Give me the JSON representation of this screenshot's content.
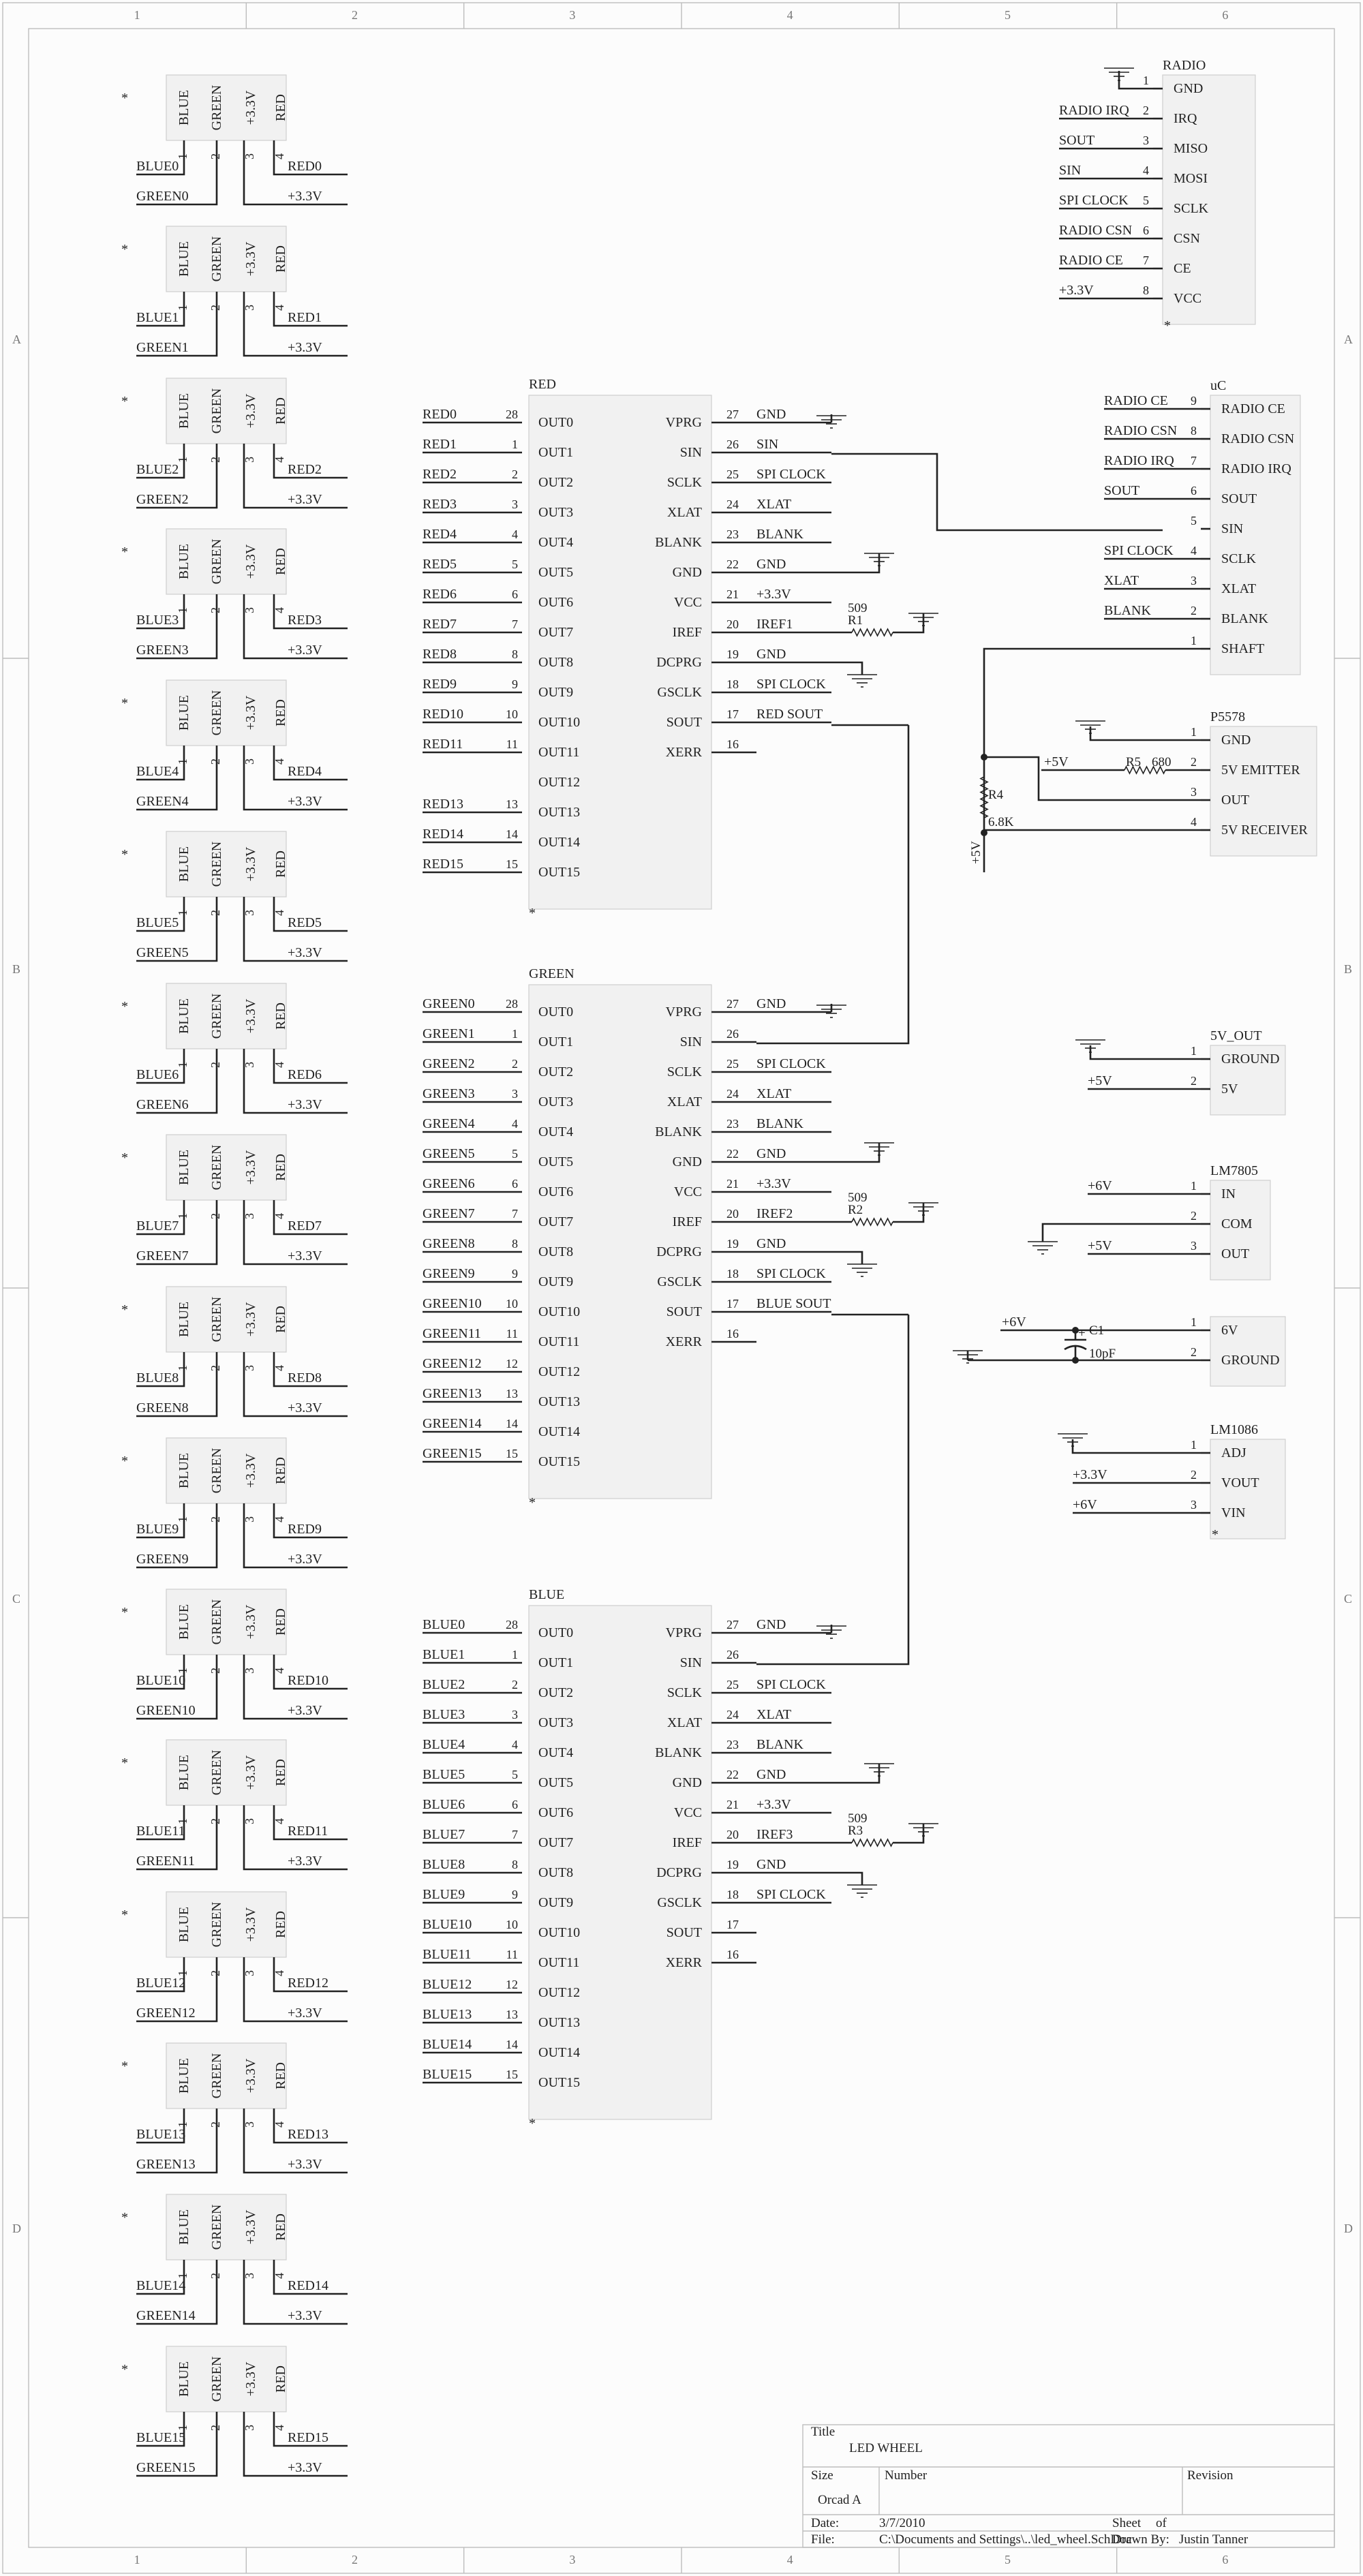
{
  "zones": {
    "columns": [
      "1",
      "2",
      "3",
      "4",
      "5",
      "6"
    ],
    "rows": [
      "A",
      "B",
      "C",
      "D"
    ]
  },
  "leds": [
    {
      "pin_names": [
        "BLUE",
        "GREEN",
        "+3.3V",
        "RED"
      ],
      "pin_numbers": [
        "1",
        "2",
        "3",
        "4"
      ],
      "blue_net": "BLUE0",
      "green_net": "GREEN0",
      "red_net": "RED0",
      "vcc_net": "+3.3V"
    },
    {
      "pin_names": [
        "BLUE",
        "GREEN",
        "+3.3V",
        "RED"
      ],
      "pin_numbers": [
        "1",
        "2",
        "3",
        "4"
      ],
      "blue_net": "BLUE1",
      "green_net": "GREEN1",
      "red_net": "RED1",
      "vcc_net": "+3.3V"
    },
    {
      "pin_names": [
        "BLUE",
        "GREEN",
        "+3.3V",
        "RED"
      ],
      "pin_numbers": [
        "1",
        "2",
        "3",
        "4"
      ],
      "blue_net": "BLUE2",
      "green_net": "GREEN2",
      "red_net": "RED2",
      "vcc_net": "+3.3V"
    },
    {
      "pin_names": [
        "BLUE",
        "GREEN",
        "+3.3V",
        "RED"
      ],
      "pin_numbers": [
        "1",
        "2",
        "3",
        "4"
      ],
      "blue_net": "BLUE3",
      "green_net": "GREEN3",
      "red_net": "RED3",
      "vcc_net": "+3.3V"
    },
    {
      "pin_names": [
        "BLUE",
        "GREEN",
        "+3.3V",
        "RED"
      ],
      "pin_numbers": [
        "1",
        "2",
        "3",
        "4"
      ],
      "blue_net": "BLUE4",
      "green_net": "GREEN4",
      "red_net": "RED4",
      "vcc_net": "+3.3V"
    },
    {
      "pin_names": [
        "BLUE",
        "GREEN",
        "+3.3V",
        "RED"
      ],
      "pin_numbers": [
        "1",
        "2",
        "3",
        "4"
      ],
      "blue_net": "BLUE5",
      "green_net": "GREEN5",
      "red_net": "RED5",
      "vcc_net": "+3.3V"
    },
    {
      "pin_names": [
        "BLUE",
        "GREEN",
        "+3.3V",
        "RED"
      ],
      "pin_numbers": [
        "1",
        "2",
        "3",
        "4"
      ],
      "blue_net": "BLUE6",
      "green_net": "GREEN6",
      "red_net": "RED6",
      "vcc_net": "+3.3V"
    },
    {
      "pin_names": [
        "BLUE",
        "GREEN",
        "+3.3V",
        "RED"
      ],
      "pin_numbers": [
        "1",
        "2",
        "3",
        "4"
      ],
      "blue_net": "BLUE7",
      "green_net": "GREEN7",
      "red_net": "RED7",
      "vcc_net": "+3.3V"
    },
    {
      "pin_names": [
        "BLUE",
        "GREEN",
        "+3.3V",
        "RED"
      ],
      "pin_numbers": [
        "1",
        "2",
        "3",
        "4"
      ],
      "blue_net": "BLUE8",
      "green_net": "GREEN8",
      "red_net": "RED8",
      "vcc_net": "+3.3V"
    },
    {
      "pin_names": [
        "BLUE",
        "GREEN",
        "+3.3V",
        "RED"
      ],
      "pin_numbers": [
        "1",
        "2",
        "3",
        "4"
      ],
      "blue_net": "BLUE9",
      "green_net": "GREEN9",
      "red_net": "RED9",
      "vcc_net": "+3.3V"
    },
    {
      "pin_names": [
        "BLUE",
        "GREEN",
        "+3.3V",
        "RED"
      ],
      "pin_numbers": [
        "1",
        "2",
        "3",
        "4"
      ],
      "blue_net": "BLUE10",
      "green_net": "GREEN10",
      "red_net": "RED10",
      "vcc_net": "+3.3V"
    },
    {
      "pin_names": [
        "BLUE",
        "GREEN",
        "+3.3V",
        "RED"
      ],
      "pin_numbers": [
        "1",
        "2",
        "3",
        "4"
      ],
      "blue_net": "BLUE11",
      "green_net": "GREEN11",
      "red_net": "RED11",
      "vcc_net": "+3.3V"
    },
    {
      "pin_names": [
        "BLUE",
        "GREEN",
        "+3.3V",
        "RED"
      ],
      "pin_numbers": [
        "1",
        "2",
        "3",
        "4"
      ],
      "blue_net": "BLUE12",
      "green_net": "GREEN12",
      "red_net": "RED12",
      "vcc_net": "+3.3V"
    },
    {
      "pin_names": [
        "BLUE",
        "GREEN",
        "+3.3V",
        "RED"
      ],
      "pin_numbers": [
        "1",
        "2",
        "3",
        "4"
      ],
      "blue_net": "BLUE13",
      "green_net": "GREEN13",
      "red_net": "RED13",
      "vcc_net": "+3.3V"
    },
    {
      "pin_names": [
        "BLUE",
        "GREEN",
        "+3.3V",
        "RED"
      ],
      "pin_numbers": [
        "1",
        "2",
        "3",
        "4"
      ],
      "blue_net": "BLUE14",
      "green_net": "GREEN14",
      "red_net": "RED14",
      "vcc_net": "+3.3V"
    },
    {
      "pin_names": [
        "BLUE",
        "GREEN",
        "+3.3V",
        "RED"
      ],
      "pin_numbers": [
        "1",
        "2",
        "3",
        "4"
      ],
      "blue_net": "BLUE15",
      "green_net": "GREEN15",
      "red_net": "RED15",
      "vcc_net": "+3.3V"
    }
  ],
  "drivers": [
    {
      "title": "RED",
      "left_pins": [
        {
          "net": "RED0",
          "num": "28",
          "name": "OUT0"
        },
        {
          "net": "RED1",
          "num": "1",
          "name": "OUT1"
        },
        {
          "net": "RED2",
          "num": "2",
          "name": "OUT2"
        },
        {
          "net": "RED3",
          "num": "3",
          "name": "OUT3"
        },
        {
          "net": "RED4",
          "num": "4",
          "name": "OUT4"
        },
        {
          "net": "RED5",
          "num": "5",
          "name": "OUT5"
        },
        {
          "net": "RED6",
          "num": "6",
          "name": "OUT6"
        },
        {
          "net": "RED7",
          "num": "7",
          "name": "OUT7"
        },
        {
          "net": "RED8",
          "num": "8",
          "name": "OUT8"
        },
        {
          "net": "RED9",
          "num": "9",
          "name": "OUT9"
        },
        {
          "net": "RED10",
          "num": "10",
          "name": "OUT10"
        },
        {
          "net": "RED11",
          "num": "11",
          "name": "OUT11"
        },
        {
          "net": "",
          "num": "",
          "name": "OUT12"
        },
        {
          "net": "RED13",
          "num": "13",
          "name": "OUT13"
        },
        {
          "net": "RED14",
          "num": "14",
          "name": "OUT14"
        },
        {
          "net": "RED15",
          "num": "15",
          "name": "OUT15"
        }
      ],
      "right_pins": [
        {
          "name": "VPRG",
          "num": "27",
          "net": "GND"
        },
        {
          "name": "SIN",
          "num": "26",
          "net": "SIN"
        },
        {
          "name": "SCLK",
          "num": "25",
          "net": "SPI CLOCK"
        },
        {
          "name": "XLAT",
          "num": "24",
          "net": "XLAT"
        },
        {
          "name": "BLANK",
          "num": "23",
          "net": "BLANK"
        },
        {
          "name": "GND",
          "num": "22",
          "net": "GND"
        },
        {
          "name": "VCC",
          "num": "21",
          "net": "+3.3V"
        },
        {
          "name": "IREF",
          "num": "20",
          "net": "IREF1"
        },
        {
          "name": "DCPRG",
          "num": "19",
          "net": "GND"
        },
        {
          "name": "GSCLK",
          "num": "18",
          "net": "SPI CLOCK"
        },
        {
          "name": "SOUT",
          "num": "17",
          "net": "RED SOUT"
        },
        {
          "name": "XERR",
          "num": "16",
          "net": ""
        }
      ],
      "resistor": {
        "ref": "R1",
        "value": "509"
      }
    },
    {
      "title": "GREEN",
      "left_pins": [
        {
          "net": "GREEN0",
          "num": "28",
          "name": "OUT0"
        },
        {
          "net": "GREEN1",
          "num": "1",
          "name": "OUT1"
        },
        {
          "net": "GREEN2",
          "num": "2",
          "name": "OUT2"
        },
        {
          "net": "GREEN3",
          "num": "3",
          "name": "OUT3"
        },
        {
          "net": "GREEN4",
          "num": "4",
          "name": "OUT4"
        },
        {
          "net": "GREEN5",
          "num": "5",
          "name": "OUT5"
        },
        {
          "net": "GREEN6",
          "num": "6",
          "name": "OUT6"
        },
        {
          "net": "GREEN7",
          "num": "7",
          "name": "OUT7"
        },
        {
          "net": "GREEN8",
          "num": "8",
          "name": "OUT8"
        },
        {
          "net": "GREEN9",
          "num": "9",
          "name": "OUT9"
        },
        {
          "net": "GREEN10",
          "num": "10",
          "name": "OUT10"
        },
        {
          "net": "GREEN11",
          "num": "11",
          "name": "OUT11"
        },
        {
          "net": "GREEN12",
          "num": "12",
          "name": "OUT12"
        },
        {
          "net": "GREEN13",
          "num": "13",
          "name": "OUT13"
        },
        {
          "net": "GREEN14",
          "num": "14",
          "name": "OUT14"
        },
        {
          "net": "GREEN15",
          "num": "15",
          "name": "OUT15"
        }
      ],
      "right_pins": [
        {
          "name": "VPRG",
          "num": "27",
          "net": "GND"
        },
        {
          "name": "SIN",
          "num": "26",
          "net": ""
        },
        {
          "name": "SCLK",
          "num": "25",
          "net": "SPI CLOCK"
        },
        {
          "name": "XLAT",
          "num": "24",
          "net": "XLAT"
        },
        {
          "name": "BLANK",
          "num": "23",
          "net": "BLANK"
        },
        {
          "name": "GND",
          "num": "22",
          "net": "GND"
        },
        {
          "name": "VCC",
          "num": "21",
          "net": "+3.3V"
        },
        {
          "name": "IREF",
          "num": "20",
          "net": "IREF2"
        },
        {
          "name": "DCPRG",
          "num": "19",
          "net": "GND"
        },
        {
          "name": "GSCLK",
          "num": "18",
          "net": "SPI CLOCK"
        },
        {
          "name": "SOUT",
          "num": "17",
          "net": "BLUE SOUT"
        },
        {
          "name": "XERR",
          "num": "16",
          "net": ""
        }
      ],
      "resistor": {
        "ref": "R2",
        "value": "509"
      }
    },
    {
      "title": "BLUE",
      "left_pins": [
        {
          "net": "BLUE0",
          "num": "28",
          "name": "OUT0"
        },
        {
          "net": "BLUE1",
          "num": "1",
          "name": "OUT1"
        },
        {
          "net": "BLUE2",
          "num": "2",
          "name": "OUT2"
        },
        {
          "net": "BLUE3",
          "num": "3",
          "name": "OUT3"
        },
        {
          "net": "BLUE4",
          "num": "4",
          "name": "OUT4"
        },
        {
          "net": "BLUE5",
          "num": "5",
          "name": "OUT5"
        },
        {
          "net": "BLUE6",
          "num": "6",
          "name": "OUT6"
        },
        {
          "net": "BLUE7",
          "num": "7",
          "name": "OUT7"
        },
        {
          "net": "BLUE8",
          "num": "8",
          "name": "OUT8"
        },
        {
          "net": "BLUE9",
          "num": "9",
          "name": "OUT9"
        },
        {
          "net": "BLUE10",
          "num": "10",
          "name": "OUT10"
        },
        {
          "net": "BLUE11",
          "num": "11",
          "name": "OUT11"
        },
        {
          "net": "BLUE12",
          "num": "12",
          "name": "OUT12"
        },
        {
          "net": "BLUE13",
          "num": "13",
          "name": "OUT13"
        },
        {
          "net": "BLUE14",
          "num": "14",
          "name": "OUT14"
        },
        {
          "net": "BLUE15",
          "num": "15",
          "name": "OUT15"
        }
      ],
      "right_pins": [
        {
          "name": "VPRG",
          "num": "27",
          "net": "GND"
        },
        {
          "name": "SIN",
          "num": "26",
          "net": ""
        },
        {
          "name": "SCLK",
          "num": "25",
          "net": "SPI CLOCK"
        },
        {
          "name": "XLAT",
          "num": "24",
          "net": "XLAT"
        },
        {
          "name": "BLANK",
          "num": "23",
          "net": "BLANK"
        },
        {
          "name": "GND",
          "num": "22",
          "net": "GND"
        },
        {
          "name": "VCC",
          "num": "21",
          "net": "+3.3V"
        },
        {
          "name": "IREF",
          "num": "20",
          "net": "IREF3"
        },
        {
          "name": "DCPRG",
          "num": "19",
          "net": "GND"
        },
        {
          "name": "GSCLK",
          "num": "18",
          "net": "SPI CLOCK"
        },
        {
          "name": "SOUT",
          "num": "17",
          "net": ""
        },
        {
          "name": "XERR",
          "num": "16",
          "net": ""
        }
      ],
      "resistor": {
        "ref": "R3",
        "value": "509"
      }
    }
  ],
  "radio": {
    "title": "RADIO",
    "pins": [
      {
        "num": "1",
        "name": "GND",
        "net": ""
      },
      {
        "num": "2",
        "name": "IRQ",
        "net": "RADIO IRQ"
      },
      {
        "num": "3",
        "name": "MISO",
        "net": "SOUT"
      },
      {
        "num": "4",
        "name": "MOSI",
        "net": "SIN"
      },
      {
        "num": "5",
        "name": "SCLK",
        "net": "SPI CLOCK"
      },
      {
        "num": "6",
        "name": "CSN",
        "net": "RADIO CSN"
      },
      {
        "num": "7",
        "name": "CE",
        "net": "RADIO CE"
      },
      {
        "num": "8",
        "name": "VCC",
        "net": "+3.3V"
      }
    ]
  },
  "uc": {
    "title": "uC",
    "pins": [
      {
        "num": "9",
        "name": "RADIO CE",
        "net": "RADIO CE"
      },
      {
        "num": "8",
        "name": "RADIO CSN",
        "net": "RADIO CSN"
      },
      {
        "num": "7",
        "name": "RADIO IRQ",
        "net": "RADIO IRQ"
      },
      {
        "num": "6",
        "name": "SOUT",
        "net": "SOUT"
      },
      {
        "num": "5",
        "name": "SIN",
        "net": ""
      },
      {
        "num": "4",
        "name": "SCLK",
        "net": "SPI CLOCK"
      },
      {
        "num": "3",
        "name": "XLAT",
        "net": "XLAT"
      },
      {
        "num": "2",
        "name": "BLANK",
        "net": "BLANK"
      },
      {
        "num": "1",
        "name": "SHAFT",
        "net": ""
      }
    ]
  },
  "p5578": {
    "title": "P5578",
    "pins": [
      {
        "num": "1",
        "name": "GND"
      },
      {
        "num": "2",
        "name": "5V EMITTER"
      },
      {
        "num": "3",
        "name": "OUT"
      },
      {
        "num": "4",
        "name": "5V RECEIVER"
      }
    ],
    "net_5v": "+5V",
    "r5_ref": "R5",
    "r5_value": "680",
    "r4_ref": "R4",
    "r4_value": "6.8K",
    "r4_net": "+5V"
  },
  "five_v_out": {
    "title": "5V_OUT",
    "pins": [
      {
        "num": "1",
        "name": "GROUND",
        "net": ""
      },
      {
        "num": "2",
        "name": "5V",
        "net": "+5V"
      }
    ]
  },
  "lm7805": {
    "title": "LM7805",
    "pins": [
      {
        "num": "1",
        "name": "IN",
        "net": "+6V"
      },
      {
        "num": "2",
        "name": "COM",
        "net": ""
      },
      {
        "num": "3",
        "name": "OUT",
        "net": "+5V"
      }
    ]
  },
  "six_v": {
    "pins": [
      {
        "num": "1",
        "name": "6V"
      },
      {
        "num": "2",
        "name": "GROUND"
      }
    ],
    "net": "+6V",
    "cap_ref": "C1",
    "cap_value": "10pF",
    "cap_polarity": "+"
  },
  "lm1086": {
    "title": "LM1086",
    "pins": [
      {
        "num": "1",
        "name": "ADJ",
        "net": ""
      },
      {
        "num": "2",
        "name": "VOUT",
        "net": "+3.3V"
      },
      {
        "num": "3",
        "name": "VIN",
        "net": "+6V"
      }
    ]
  },
  "title_block": {
    "title_label": "Title",
    "title": "LED WHEEL",
    "size_label": "Size",
    "size": "Orcad A",
    "number_label": "Number",
    "revision_label": "Revision",
    "date_label": "Date:",
    "date": "3/7/2010",
    "sheet_label": "Sheet",
    "of_label": "of",
    "file_label": "File:",
    "file": "C:\\Documents and Settings\\..\\led_wheel.SchDoc",
    "drawn_label": "Drawn By:",
    "drawn_by": "Justin Tanner"
  }
}
